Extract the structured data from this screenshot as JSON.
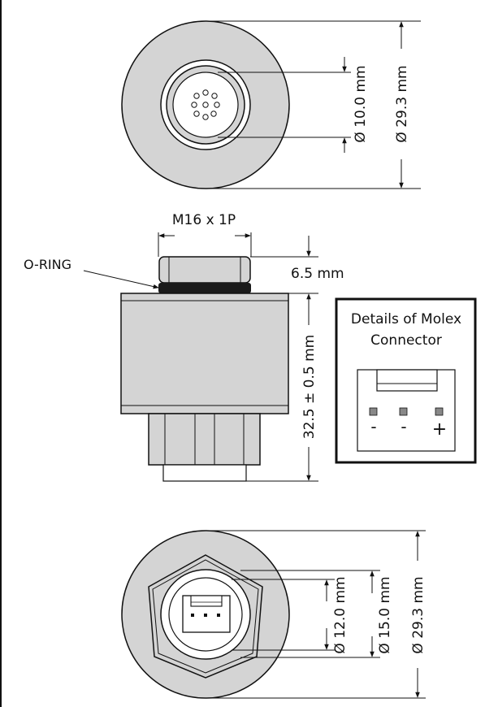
{
  "top_view": {
    "inner_diameter": "Ø 10.0 mm",
    "outer_diameter": "Ø 29.3 mm"
  },
  "side_view": {
    "thread_label": "M16 x 1P",
    "oring_label": "O-RING",
    "nut_height": "6.5 mm",
    "body_height": "32.5 ± 0.5 mm"
  },
  "molex_details": {
    "title_line1": "Details of Molex",
    "title_line2": "Connector",
    "pins": [
      "-",
      "-",
      "+"
    ]
  },
  "bottom_view": {
    "dia_1": "Ø 12.0 mm",
    "dia_2": "Ø 15.0 mm",
    "dia_3": "Ø 29.3 mm"
  },
  "colors": {
    "body_fill": "#d4d4d4",
    "oring": "#1a1a1a",
    "line": "#111111",
    "pin": "#888888"
  }
}
